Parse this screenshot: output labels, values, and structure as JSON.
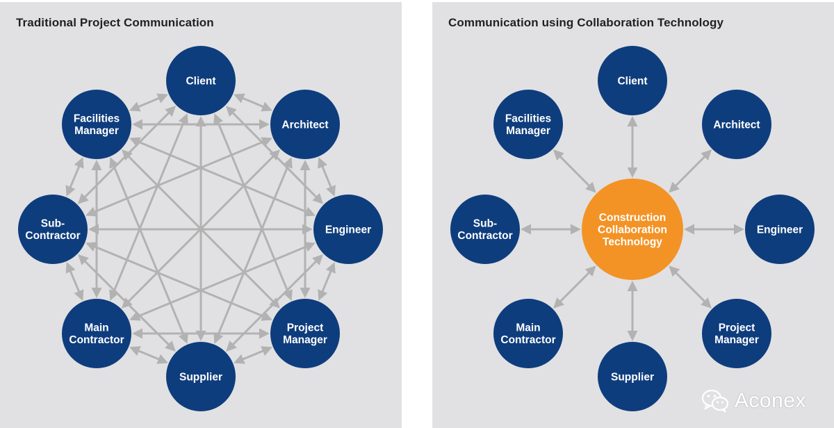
{
  "left_panel": {
    "title": "Traditional Project Communication",
    "nodes": [
      {
        "id": "client",
        "lines": [
          "Client"
        ]
      },
      {
        "id": "architect",
        "lines": [
          "Architect"
        ]
      },
      {
        "id": "engineer",
        "lines": [
          "Engineer"
        ]
      },
      {
        "id": "project-manager",
        "lines": [
          "Project",
          "Manager"
        ]
      },
      {
        "id": "supplier",
        "lines": [
          "Supplier"
        ]
      },
      {
        "id": "main-contractor",
        "lines": [
          "Main",
          "Contractor"
        ]
      },
      {
        "id": "sub-contractor",
        "lines": [
          "Sub-",
          "Contractor"
        ]
      },
      {
        "id": "facilities-manager",
        "lines": [
          "Facilities",
          "Manager"
        ]
      }
    ]
  },
  "right_panel": {
    "title": "Communication using Collaboration Technology",
    "hub": {
      "id": "construction-collaboration-technology",
      "lines": [
        "Construction",
        "Collaboration",
        "Technology"
      ]
    },
    "nodes": [
      {
        "id": "client",
        "lines": [
          "Client"
        ]
      },
      {
        "id": "architect",
        "lines": [
          "Architect"
        ]
      },
      {
        "id": "engineer",
        "lines": [
          "Engineer"
        ]
      },
      {
        "id": "project-manager",
        "lines": [
          "Project",
          "Manager"
        ]
      },
      {
        "id": "supplier",
        "lines": [
          "Supplier"
        ]
      },
      {
        "id": "main-contractor",
        "lines": [
          "Main",
          "Contractor"
        ]
      },
      {
        "id": "sub-contractor",
        "lines": [
          "Sub-",
          "Contractor"
        ]
      },
      {
        "id": "facilities-manager",
        "lines": [
          "Facilities",
          "Manager"
        ]
      }
    ]
  },
  "watermark": {
    "text": "Aconex",
    "icon": "wechat-icon"
  },
  "colors": {
    "panel_bg": "#e1e1e3",
    "node_fill": "#0e3d7d",
    "hub_fill": "#f39325",
    "arrow": "#b2b2b2",
    "title_text": "#231f20",
    "label_text": "#ffffff"
  }
}
